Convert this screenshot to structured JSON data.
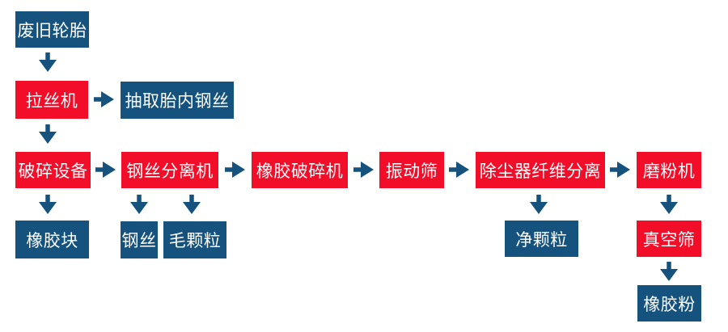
{
  "colors": {
    "process_red": "#f20d28",
    "output_blue": "#15537e",
    "arrow_blue": "#15537e",
    "background": "#ffffff"
  },
  "nodes": {
    "waste_tires": "废旧轮胎",
    "wire_drawing_machine": "拉丝机",
    "extract_inner_steel_wire": "抽取胎内钢丝",
    "crushing_equipment": "破碎设备",
    "steel_wire_separator": "钢丝分离机",
    "rubber_crusher": "橡胶破碎机",
    "vibrating_screen": "振动筛",
    "dust_collector_fiber_separation": "除尘器纤维分离",
    "grinding_machine": "磨粉机",
    "rubber_blocks": "橡胶块",
    "steel_wire": "钢丝",
    "rough_granules": "毛颗粒",
    "clean_granules": "净颗粒",
    "vacuum_screen": "真空筛",
    "rubber_powder": "橡胶粉"
  },
  "edges": [
    {
      "from": "废旧轮胎",
      "to": "拉丝机",
      "direction": "down"
    },
    {
      "from": "拉丝机",
      "to": "抽取胎内钢丝",
      "direction": "right"
    },
    {
      "from": "拉丝机",
      "to": "破碎设备",
      "direction": "down"
    },
    {
      "from": "破碎设备",
      "to": "钢丝分离机",
      "direction": "right"
    },
    {
      "from": "破碎设备",
      "to": "橡胶块",
      "direction": "down"
    },
    {
      "from": "钢丝分离机",
      "to": "橡胶破碎机",
      "direction": "right"
    },
    {
      "from": "钢丝分离机",
      "to": "钢丝",
      "direction": "down"
    },
    {
      "from": "钢丝分离机",
      "to": "毛颗粒",
      "direction": "down"
    },
    {
      "from": "橡胶破碎机",
      "to": "振动筛",
      "direction": "right"
    },
    {
      "from": "振动筛",
      "to": "除尘器纤维分离",
      "direction": "right"
    },
    {
      "from": "除尘器纤维分离",
      "to": "磨粉机",
      "direction": "right"
    },
    {
      "from": "除尘器纤维分离",
      "to": "净颗粒",
      "direction": "down"
    },
    {
      "from": "磨粉机",
      "to": "真空筛",
      "direction": "down"
    },
    {
      "from": "真空筛",
      "to": "橡胶粉",
      "direction": "down"
    }
  ]
}
